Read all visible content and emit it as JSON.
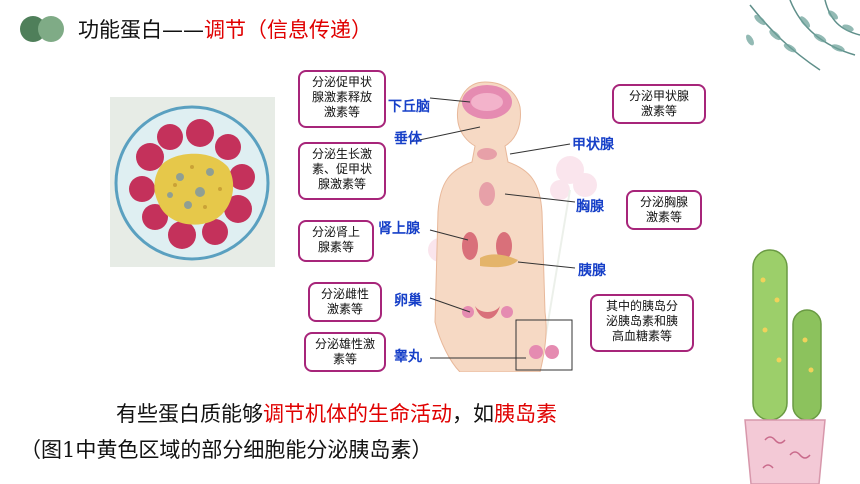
{
  "title": {
    "prefix": "功能蛋白——",
    "highlight": "调节（信息传递）"
  },
  "diagram": {
    "organs": {
      "hypothalamus": "下丘脑",
      "pituitary": "垂体",
      "thyroid": "甲状腺",
      "adrenal": "肾上腺",
      "thymus": "胸腺",
      "pancreas": "胰腺",
      "ovary": "卵巢",
      "testis": "睾丸"
    },
    "callouts": {
      "hypothalamus": [
        "分泌促甲状",
        "腺激素释放",
        "激素等"
      ],
      "pituitary": [
        "分泌生长激",
        "素、促甲状",
        "腺激素等"
      ],
      "adrenal": [
        "分泌肾上",
        "腺素等"
      ],
      "ovary": [
        "分泌雌性",
        "激素等"
      ],
      "testis": [
        "分泌雄性激",
        "素等"
      ],
      "thyroid": [
        "分泌甲状腺",
        "激素等"
      ],
      "thymus": [
        "分泌胸腺",
        "激素等"
      ],
      "pancreas": [
        "其中的胰岛分",
        "泌胰岛素和胰",
        "高血糖素等"
      ]
    }
  },
  "paragraph": {
    "l1_a": "有些蛋白质能够",
    "l1_red": "调节机体的生命活动",
    "l1_b": "，如",
    "l1_red2": "胰岛素",
    "l2": "（图1中黄色区域的部分细胞能分泌胰岛素）"
  },
  "colors": {
    "accent_red": "#e00000",
    "organ_blue": "#1740c8",
    "callout_border": "#a7257a",
    "dot_dark": "#4f7f5a",
    "dot_light": "#7fab86"
  }
}
